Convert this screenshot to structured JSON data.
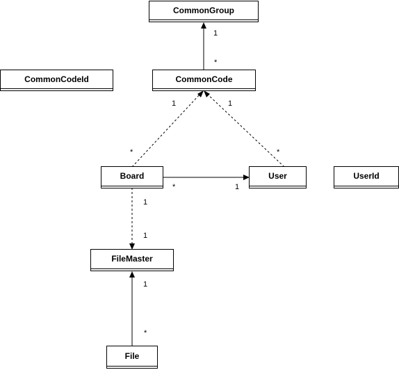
{
  "classes": {
    "common_group": "CommonGroup",
    "common_code": "CommonCode",
    "common_code_id": "CommonCodeId",
    "board": "Board",
    "user": "User",
    "user_id": "UserId",
    "file_master": "FileMaster",
    "file": "File"
  },
  "multiplicities": {
    "group_end": "1",
    "code_end": "*",
    "board_to_code_target": "1",
    "board_to_code_source": "*",
    "user_to_code_target": "1",
    "user_to_code_source": "*",
    "board_to_user_source": "*",
    "board_to_user_target": "1",
    "board_to_filemaster_source": "1",
    "board_to_filemaster_target": "1",
    "file_to_filemaster_target": "1",
    "file_to_filemaster_source": "*"
  },
  "colors": {
    "line": "#000000",
    "box_border": "#000000",
    "box_fill": "#ffffff"
  }
}
